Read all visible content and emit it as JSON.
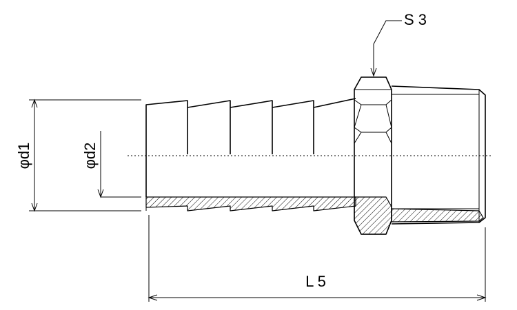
{
  "dimensions": {
    "outer_diameter": "φd1",
    "inner_diameter": "φd2",
    "hex_size": "S 3",
    "length": "L 5"
  }
}
